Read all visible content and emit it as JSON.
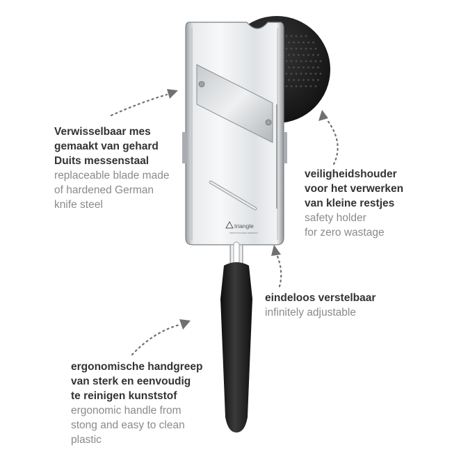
{
  "product": {
    "brand": "triangle",
    "brand_tagline": "FROM SOLINGEN GERMANY"
  },
  "callouts": {
    "blade": {
      "nl": "Verwisselbaar mes\ngemaakt van gehard\nDuits messenstaal",
      "en": "replaceable blade made\nof hardened German\nknife steel"
    },
    "holder": {
      "nl": "veiligheidshouder\nvoor het verwerken\nvan kleine restjes",
      "en": "safety holder\nfor zero wastage"
    },
    "adjust": {
      "nl": "eindeloos verstelbaar",
      "en": "infinitely adjustable"
    },
    "handle": {
      "nl": "ergonomische handgreep\nvan sterk en eenvoudig\nte reinigen kunststof",
      "en": "ergonomic handle from\nstong and easy to clean\nplastic"
    }
  },
  "colors": {
    "heading_text": "#333333",
    "sub_text": "#8a8a8a",
    "arrow": "#707070",
    "handle": "#1c1c1c",
    "steel": "#d9dbdd"
  }
}
